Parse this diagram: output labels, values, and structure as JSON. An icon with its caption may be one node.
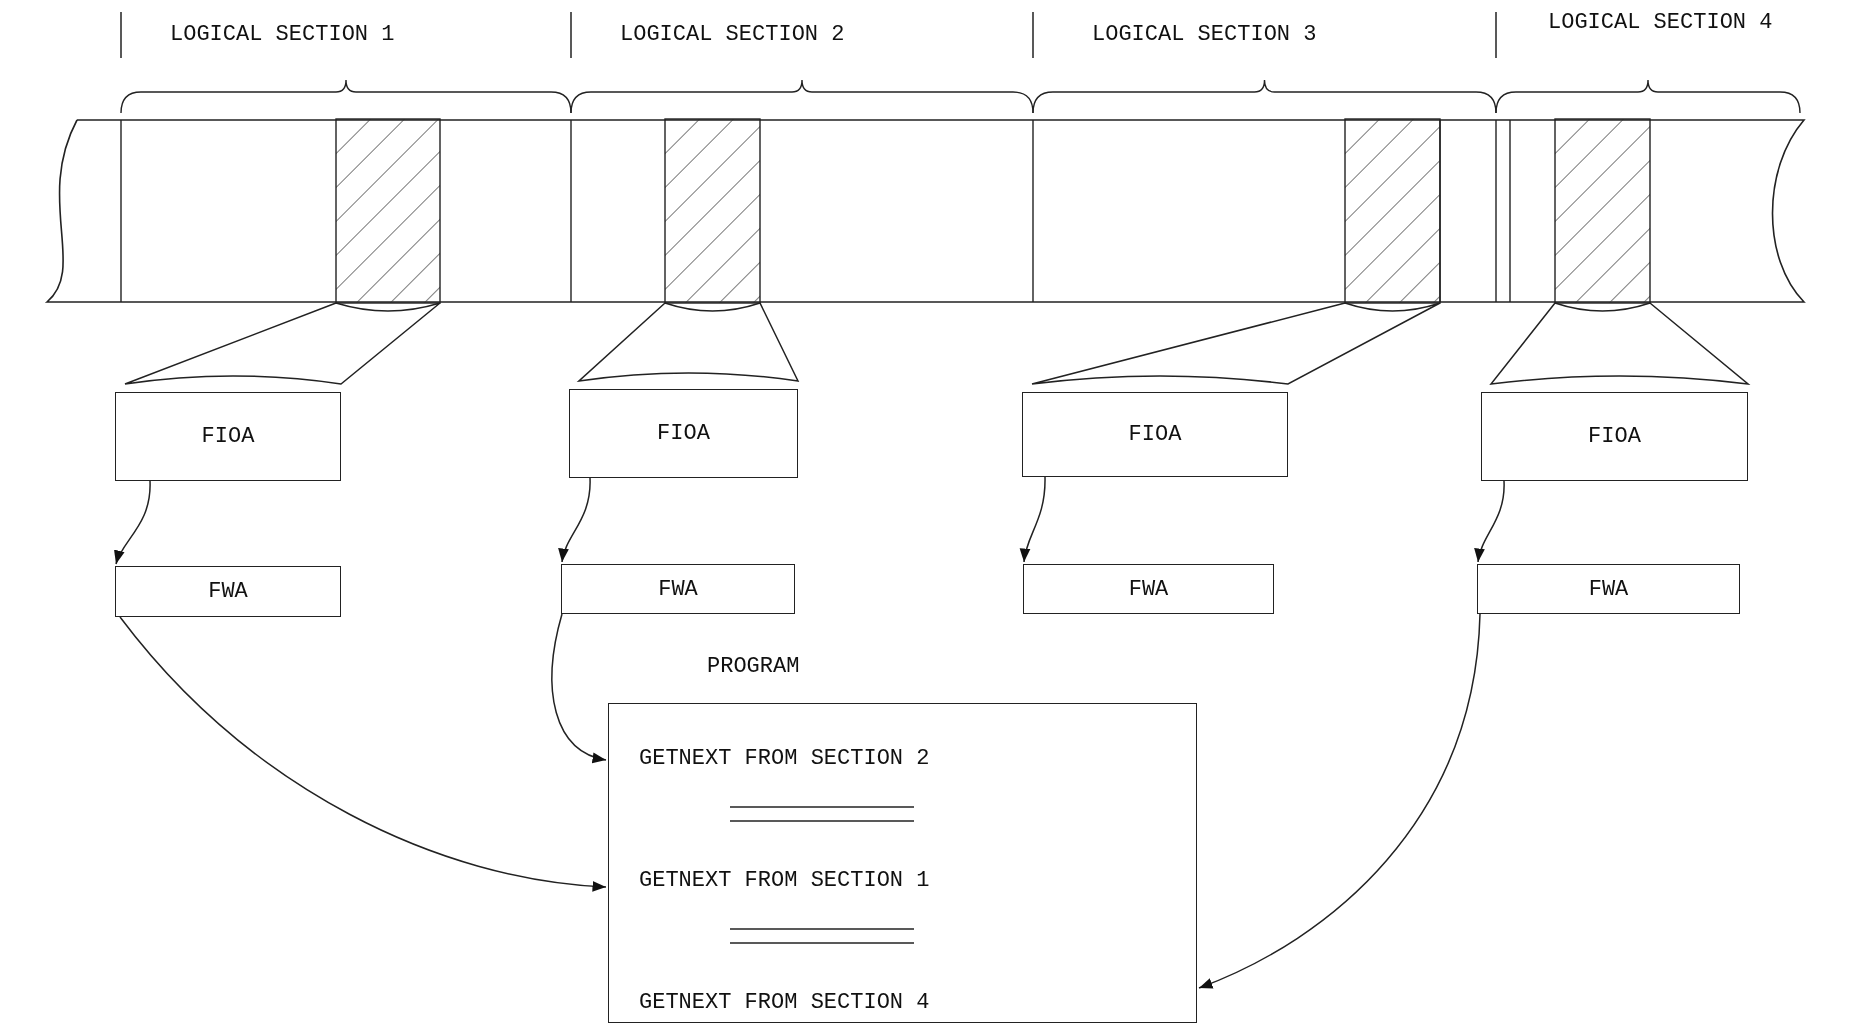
{
  "diagram": {
    "nodes": [
      {
        "text": [],
        "shape": "bar"
      },
      {
        "text": [],
        "shape": "box",
        "in": 0
      },
      {
        "text": [],
        "shape": "box",
        "in": 0
      },
      {
        "text": [],
        "shape": "box",
        "in": 0
      },
      {
        "text": [],
        "shape": "box",
        "in": 0
      },
      {
        "text": [
          "FIOA"
        ]
      },
      {
        "text": [
          "FIOA"
        ]
      },
      {
        "text": [
          "FIOA"
        ]
      },
      {
        "text": [
          "FIOA"
        ]
      },
      {
        "text": [
          "FWA"
        ]
      },
      {
        "text": [
          "FWA"
        ]
      },
      {
        "text": [
          "FWA"
        ]
      },
      {
        "text": [
          "FWA"
        ]
      },
      {
        "text": [
          "PROGRAM",
          "GETNEXT FROM SECTION 2",
          "GETNEXT FROM SECTION 1",
          "GETNEXT FROM SECTION 4"
        ]
      }
    ],
    "edges": [
      {
        "from": 1,
        "to": 5,
        "arrow": "none"
      },
      {
        "from": 2,
        "to": 6,
        "arrow": "none"
      },
      {
        "from": 3,
        "to": 7,
        "arrow": "none"
      },
      {
        "from": 4,
        "to": 8,
        "arrow": "none"
      },
      {
        "from": 5,
        "to": 9,
        "arrow": "to"
      },
      {
        "from": 6,
        "to": 10,
        "arrow": "to"
      },
      {
        "from": 7,
        "to": 11,
        "arrow": "to"
      },
      {
        "from": 8,
        "to": 12,
        "arrow": "to"
      },
      {
        "from": 10,
        "to": 13,
        "arrow": "to"
      },
      {
        "from": 9,
        "to": 13,
        "arrow": "to"
      },
      {
        "from": 12,
        "to": 13,
        "arrow": "to"
      }
    ],
    "labels": [
      "LOGICAL SECTION 1",
      "LOGICAL SECTION 2",
      "LOGICAL SECTION 3",
      "LOGICAL SECTION 4"
    ]
  }
}
